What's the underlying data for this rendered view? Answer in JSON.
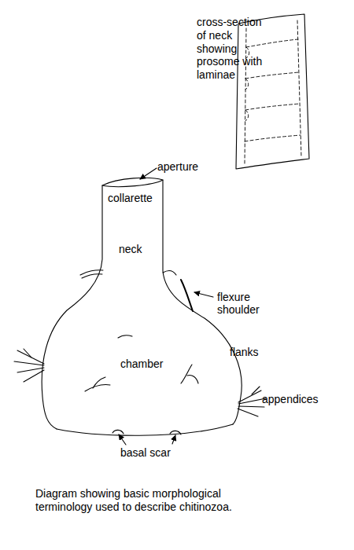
{
  "diagram": {
    "caption": "Diagram showing basic morphological terminology used to describe chitinozoa.",
    "labels": [
      "cross-section of neck showing prosome with laminae",
      "aperture",
      "collarette",
      "neck",
      "flexure",
      "shoulder",
      "flanks",
      "chamber",
      "appendices",
      "basal scar"
    ]
  }
}
